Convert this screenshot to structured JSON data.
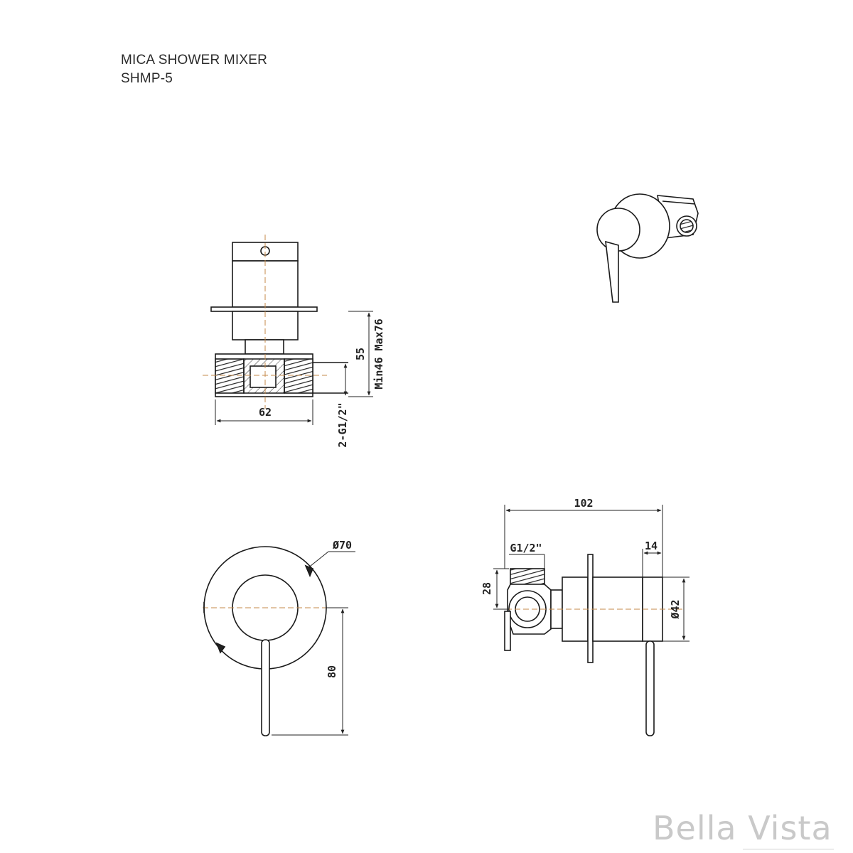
{
  "title": {
    "name": "MICA SHOWER MIXER",
    "code": "SHMP-5"
  },
  "brand": "Bella Vista",
  "dimensions": {
    "body_width": "62",
    "body_depth": "55",
    "install_range": "Min46 Max76",
    "inlet_thread": "2-G1/2\"",
    "plate_diameter": "Ø70",
    "handle_drop": "80",
    "overall_depth": "102",
    "trim_width": "14",
    "side_thread": "G1/2\"",
    "inlet_height": "28",
    "handle_diameter": "Ø42"
  },
  "colors": {
    "line": "#1a1a1a",
    "centerline": "#c58a4a",
    "brand": "#c9c9c9"
  }
}
